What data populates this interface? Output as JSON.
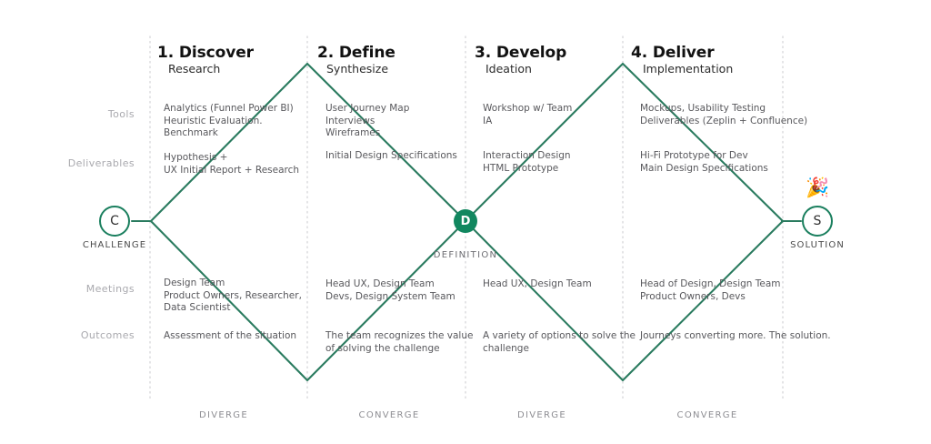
{
  "diagram": {
    "title_hidden": "",
    "accent_color": "#1a7f5e",
    "node_fill_color": "#11875f",
    "text_color": "#58585c",
    "label_color": "#a9a9ae"
  },
  "nodes": {
    "start": {
      "letter": "C",
      "caption": "CHALLENGE"
    },
    "middle": {
      "letter": "D",
      "caption": "DEFINITION"
    },
    "end": {
      "letter": "S",
      "caption": "SOLUTION",
      "emoji": "🎉"
    }
  },
  "row_labels": [
    {
      "name": "tools",
      "label": "Tools"
    },
    {
      "name": "deliverables",
      "label": "Deliverables"
    },
    {
      "name": "meetings",
      "label": "Meetings"
    },
    {
      "name": "outcomes",
      "label": "Outcomes"
    }
  ],
  "phases": [
    {
      "title": "1. Discover",
      "subtitle": "Research",
      "tools": "Analytics (Funnel Power BI)\nHeuristic Evaluation.\nBenchmark",
      "deliverables": "Hypothesis +\nUX Initial Report + Research",
      "meetings": "Design Team\nProduct Owners, Researcher,\nData Scientist",
      "outcomes": "Assessment of the situation",
      "footer": "DIVERGE"
    },
    {
      "title": "2. Define",
      "subtitle": "Synthesize",
      "tools": "User Journey Map\nInterviews\nWireframes",
      "deliverables": "Initial Design Specifications",
      "meetings": "Head UX, Design Team\nDevs, Design System Team",
      "outcomes": "The team recognizes the value\nof solving the challenge",
      "footer": "CONVERGE"
    },
    {
      "title": "3. Develop",
      "subtitle": "Ideation",
      "tools": "Workshop w/ Team\nIA",
      "deliverables": "Interaction Design\nHTML Prototype",
      "meetings": "Head UX, Design Team",
      "outcomes": "A variety of options to solve the\nchallenge",
      "footer": "DIVERGE"
    },
    {
      "title": "4. Deliver",
      "subtitle": "Implementation",
      "tools": "Mockups, Usability Testing\nDeliverables (Zeplin + Confluence)",
      "deliverables": "Hi-Fi Prototype for Dev\nMain Design Specifications",
      "meetings": "Head of Design, Design Team\nProduct Owners, Devs",
      "outcomes": "Journeys converting more. The solution.",
      "footer": "CONVERGE"
    }
  ]
}
